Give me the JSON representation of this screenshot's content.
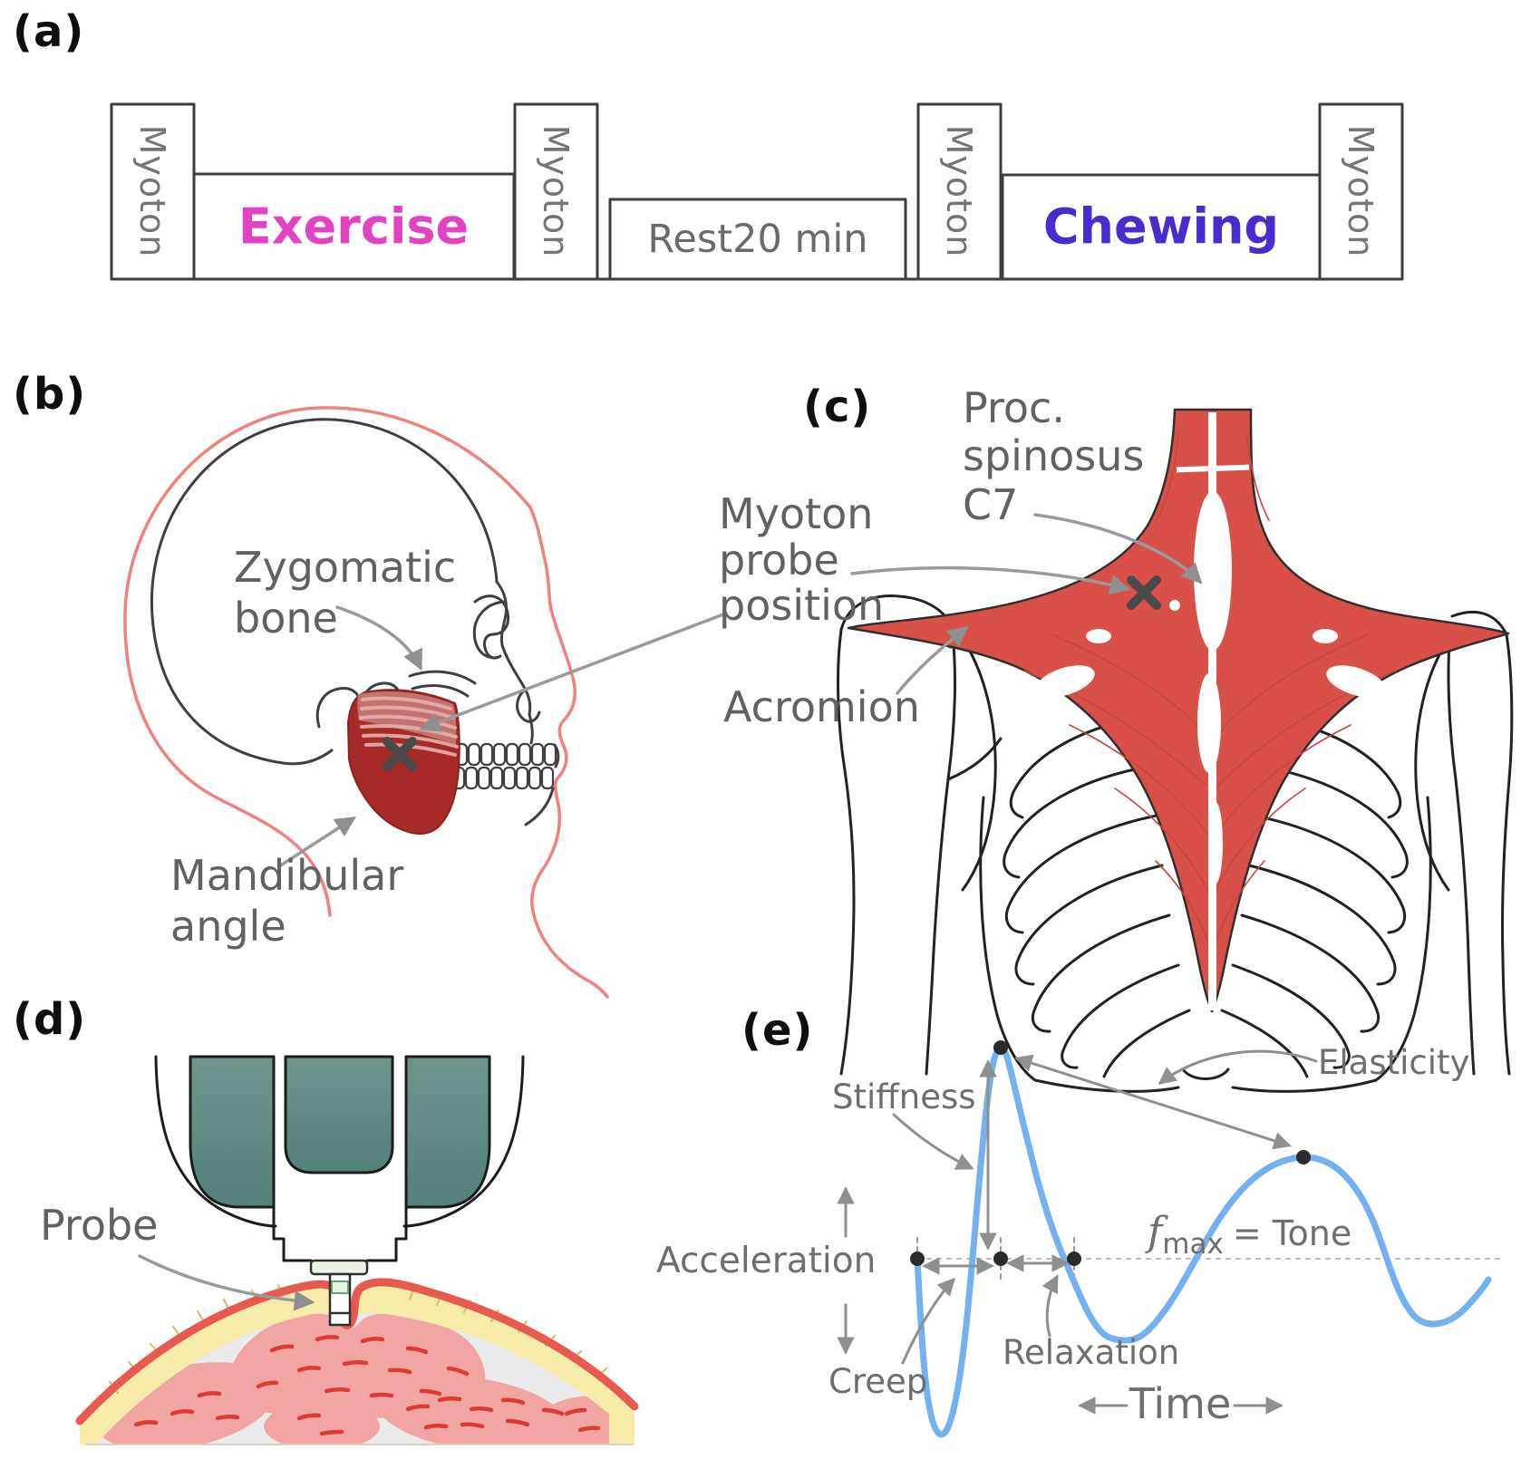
{
  "figure": {
    "type": "multi-panel scientific figure",
    "panels": {
      "a": {
        "letter": "(a)",
        "myoton_box_label": "Myoton",
        "exercise_label": "Exercise",
        "rest_label": "Rest20 min",
        "chewing_label": "Chewing"
      },
      "b": {
        "letter": "(b)",
        "zygomatic_label": "Zygomatic\nbone",
        "mandibular_label": "Mandibular\nangle"
      },
      "c": {
        "letter": "(c)",
        "proc_spinosus_label": "Proc.\nspinosus\nC7",
        "probe_position_label": "Myoton\nprobe\nposition",
        "acromion_label": "Acromion"
      },
      "d": {
        "letter": "(d)",
        "probe_label": "Probe"
      },
      "e": {
        "letter": "(e)",
        "stiffness_label": "Stiffness",
        "elasticity_label": "Elasticity",
        "acceleration_label": "Acceleration",
        "creep_label": "Creep",
        "relaxation_label": "Relaxation",
        "fmax_f": "f",
        "fmax_sub": "max",
        "fmax_rest": "= Tone",
        "time_label": "Time"
      }
    },
    "colors": {
      "exercise_magenta": "#e243c1",
      "chewing_violet": "#4a2bd0",
      "curve_blue": "#73b1f1",
      "masseter_red": "#a62a28",
      "trapezius_red": "#d85047",
      "device_teal": "#5f8c86",
      "skin_red": "#e85a50",
      "fat_yellow": "#f8ecaa",
      "muscle_pink": "#f2a6a4",
      "face_outline_salmon": "#f0827d",
      "label_gray": "#616161",
      "arrow_gray": "#8f8f8f"
    }
  }
}
